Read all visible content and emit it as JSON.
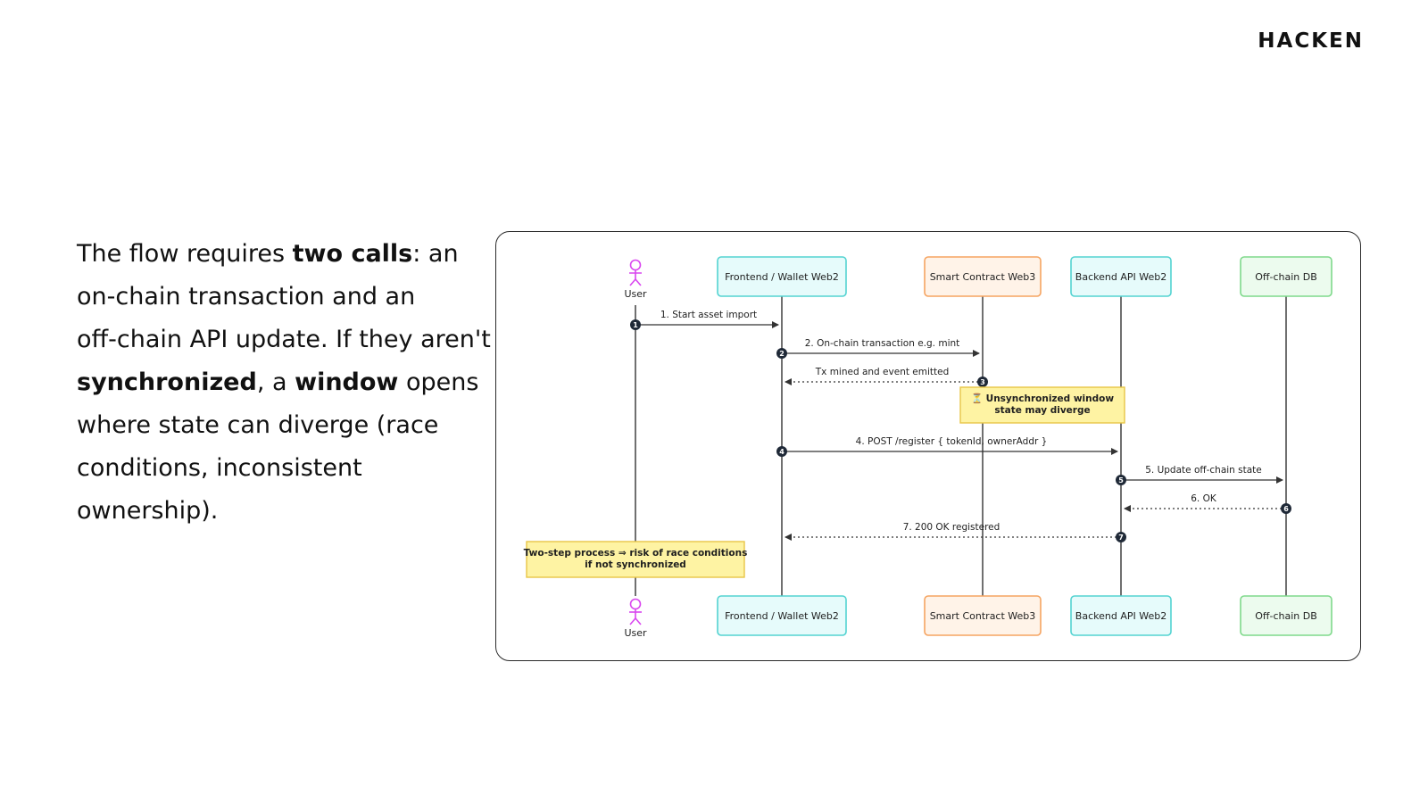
{
  "brand": {
    "logo_text": "HACKEN"
  },
  "intro": {
    "lines": [
      [
        {
          "t": "The flow requires ",
          "b": false
        },
        {
          "t": "two calls",
          "b": true
        },
        {
          "t": ": an",
          "b": false
        }
      ],
      [
        {
          "t": "on-chain transaction and an",
          "b": false
        }
      ],
      [
        {
          "t": "off-chain API update. If they aren't",
          "b": false
        }
      ],
      [
        {
          "t": "synchronized",
          "b": true
        },
        {
          "t": ", a ",
          "b": false
        },
        {
          "t": "window",
          "b": true
        },
        {
          "t": " opens",
          "b": false
        }
      ],
      [
        {
          "t": "where state can diverge (race",
          "b": false
        }
      ],
      [
        {
          "t": "conditions, inconsistent",
          "b": false
        }
      ],
      [
        {
          "t": "ownership).",
          "b": false
        }
      ]
    ]
  },
  "diagram": {
    "participants": [
      {
        "id": "user",
        "label": "User",
        "kind": "actor",
        "color": "#d946ef"
      },
      {
        "id": "frontend",
        "label": "Frontend / Wallet Web2",
        "kind": "box",
        "fill": "#e6fbfb",
        "stroke": "#53d3d1"
      },
      {
        "id": "contract",
        "label": "Smart Contract Web3",
        "kind": "box",
        "fill": "#fff3e8",
        "stroke": "#f5a461"
      },
      {
        "id": "backend",
        "label": "Backend API Web2",
        "kind": "box",
        "fill": "#e6fbfb",
        "stroke": "#53d3d1"
      },
      {
        "id": "db",
        "label": "Off-chain DB",
        "kind": "box",
        "fill": "#ecfbee",
        "stroke": "#7fd98b"
      }
    ],
    "messages": [
      {
        "num": "1",
        "from": "user",
        "to": "frontend",
        "label": "1. Start asset import",
        "dashed": false
      },
      {
        "num": "2",
        "from": "frontend",
        "to": "contract",
        "label": "2. On-chain transaction e.g. mint",
        "dashed": false
      },
      {
        "num": "3",
        "from": "contract",
        "to": "frontend",
        "label": "Tx mined and event emitted",
        "dashed": true
      },
      {
        "num": "4",
        "from": "frontend",
        "to": "backend",
        "label": "4. POST /register { tokenId, ownerAddr }",
        "dashed": false
      },
      {
        "num": "5",
        "from": "backend",
        "to": "db",
        "label": "5. Update off-chain state",
        "dashed": false
      },
      {
        "num": "6",
        "from": "db",
        "to": "backend",
        "label": "6. OK",
        "dashed": true
      },
      {
        "num": "7",
        "from": "backend",
        "to": "frontend",
        "label": "7. 200 OK registered",
        "dashed": true
      }
    ],
    "notes": [
      {
        "id": "unsync",
        "lines": [
          "⏳ Unsynchronized window",
          "state may diverge"
        ]
      },
      {
        "id": "twostep",
        "lines": [
          "Two-step process ⇒ risk of race conditions",
          "if not synchronized"
        ]
      }
    ],
    "colors": {
      "note_fill": "#fef3a3",
      "note_stroke": "#e8c547",
      "line": "#333333",
      "badge": "#1f2937"
    }
  }
}
